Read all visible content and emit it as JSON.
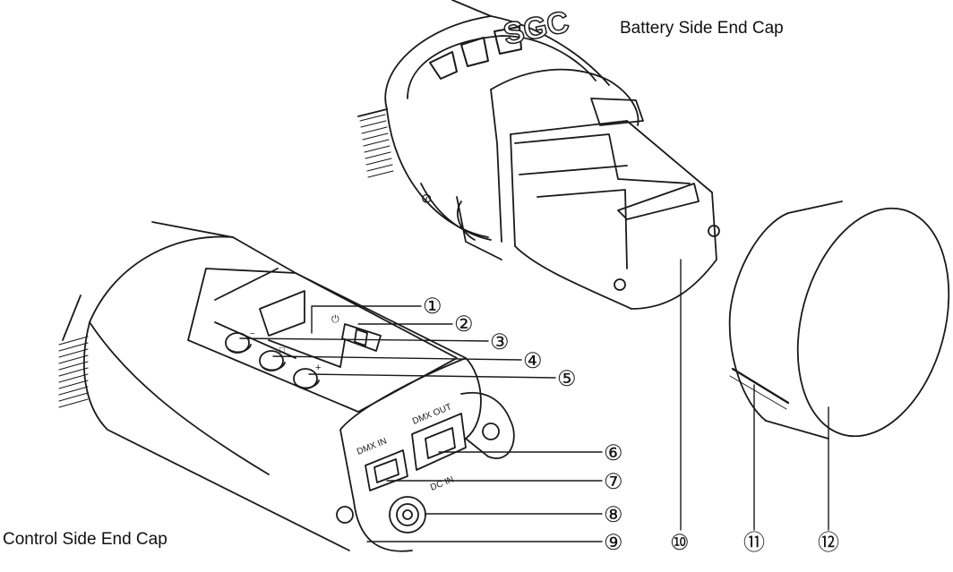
{
  "captions": {
    "battery_side": "Battery Side End Cap",
    "control_side": "Control Side End Cap"
  },
  "device_markings": {
    "dmx_in": "DMX IN",
    "dmx_out": "DMX OUT",
    "dc_in": "DC IN",
    "brand": "SGC",
    "power_symbol": "⏻",
    "minus": "−",
    "mode_symbol": "□",
    "plus": "+"
  },
  "callouts": [
    {
      "number": "①"
    },
    {
      "number": "②"
    },
    {
      "number": "③"
    },
    {
      "number": "④"
    },
    {
      "number": "⑤"
    },
    {
      "number": "⑥"
    },
    {
      "number": "⑦"
    },
    {
      "number": "⑧"
    },
    {
      "number": "⑨"
    },
    {
      "number": "⑩"
    },
    {
      "number": "⑪"
    },
    {
      "number": "⑫"
    }
  ]
}
